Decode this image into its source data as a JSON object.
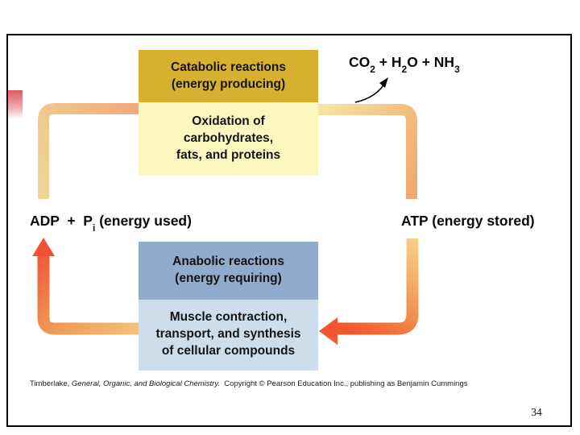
{
  "colors": {
    "gold_box": "#D8B02F",
    "pale_yellow_box": "#FAF8BE",
    "blue_box": "#90ABCB",
    "pale_blue_box": "#CEDDEB",
    "pipe_salmon": "#F1A67C",
    "pipe_tan": "#EFC98B",
    "pipe_tan_light": "#F0D49A",
    "pipe_pale_gold": "#F7E5A3",
    "pipe_gold_mid": "#F3BF7E",
    "pipe_peach": "#F0A870",
    "arrow_tan": "#F4C27A",
    "arrow_mid_orange": "#F0934F",
    "arrow_red_orange": "#EE5134",
    "arrow_gold": "#F7D188",
    "arrow_amber": "#F29A55",
    "arrow_orange_red": "#F2572F",
    "accent_pink": "#DF5A60",
    "curved_arrow": "#000000"
  },
  "boxes": {
    "catabolic": {
      "line1": "Catabolic reactions",
      "line2": "(energy producing)"
    },
    "oxidation": {
      "line1": "Oxidation of",
      "line2": "carbohydrates,",
      "line3": "fats, and proteins"
    },
    "anabolic": {
      "line1": "Anabolic reactions",
      "line2": "(energy requiring)"
    },
    "muscle": {
      "line1": "Muscle contraction,",
      "line2": "transport, and synthesis",
      "line3": "of cellular compounds"
    }
  },
  "labels": {
    "byproducts": {
      "f1": "CO",
      "sub1": "2",
      "f2": " + H",
      "sub2": "2",
      "f3": "O + NH",
      "sub3": "3"
    },
    "adp": {
      "pre": "ADP  +  P",
      "sub": "i",
      "post": " (energy used)"
    },
    "atp": "ATP (energy stored)"
  },
  "footer": {
    "author": "Timberlake, ",
    "book_title": "General, Organic, and Biological Chemistry.",
    "copyright": "  Copyright © Pearson Education Inc., publishing as Benjamin Cummings"
  },
  "page_number": "34"
}
